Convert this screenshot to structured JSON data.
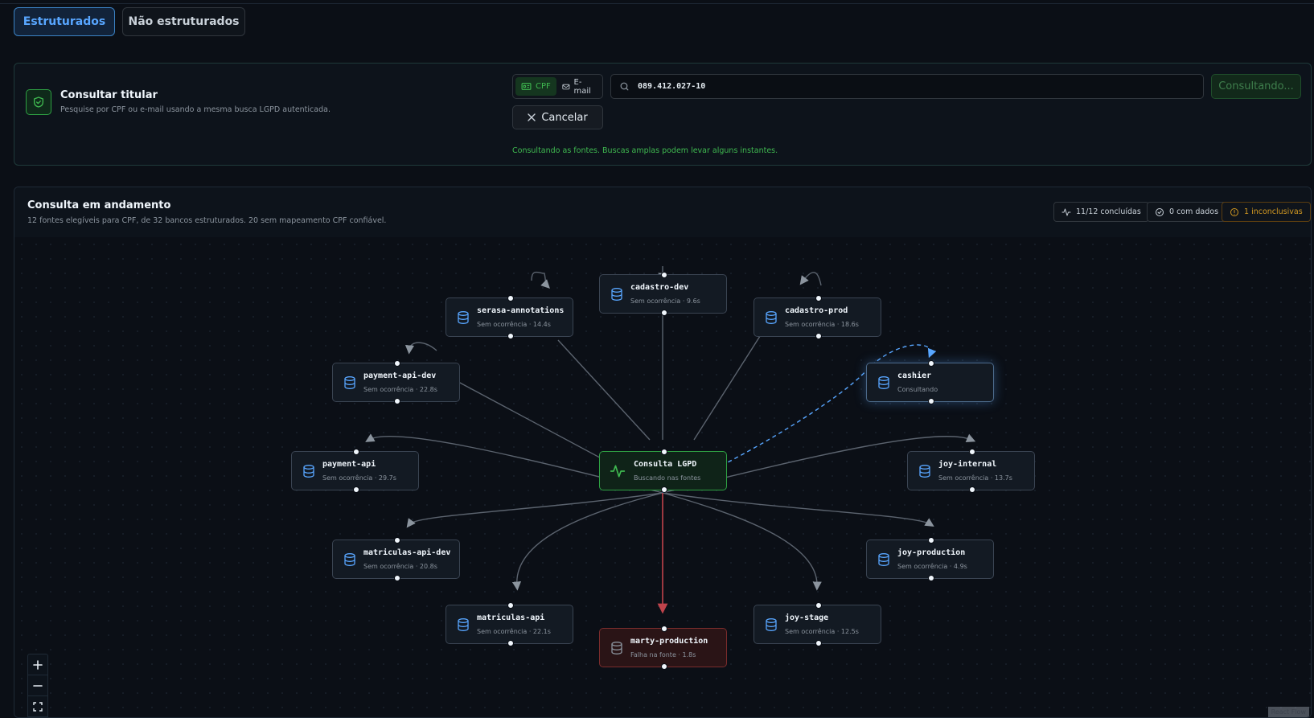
{
  "tabs": [
    {
      "label": "Estruturados",
      "active": true
    },
    {
      "label": "Não estruturados",
      "active": false
    }
  ],
  "search_card": {
    "title": "Consultar titular",
    "subtitle": "Pesquise por CPF ou e-mail usando a mesma busca LGPD autenticada.",
    "mode_options": [
      {
        "label": "CPF",
        "icon": "id-card-icon",
        "active": true
      },
      {
        "label": "E-mail",
        "icon": "mail-icon",
        "active": false
      }
    ],
    "query_value": "089.412.027-10",
    "submit_label": "Consultando...",
    "cancel_label": "Cancelar",
    "status_message": "Consultando as fontes. Buscas amplas podem levar alguns instantes."
  },
  "flow": {
    "title": "Consulta em andamento",
    "subtitle": "12 fontes elegíveis para CPF, de 32 bancos estruturados. 20 sem mapeamento CPF confiável.",
    "badges": {
      "done": "11/12 concluídas",
      "with_data": "0 com dados",
      "inconclusive": "1 inconclusivas"
    },
    "center_node": {
      "label": "Consulta LGPD",
      "status": "Buscando nas fontes"
    },
    "nodes": [
      {
        "id": "cadastro-dev",
        "label": "cadastro-dev",
        "status": "Sem ocorrência · 9.6s",
        "state": "done"
      },
      {
        "id": "serasa-annotations",
        "label": "serasa-annotations",
        "status": "Sem ocorrência · 14.4s",
        "state": "done"
      },
      {
        "id": "cadastro-prod",
        "label": "cadastro-prod",
        "status": "Sem ocorrência · 18.6s",
        "state": "done"
      },
      {
        "id": "payment-api-dev",
        "label": "payment-api-dev",
        "status": "Sem ocorrência · 22.8s",
        "state": "done"
      },
      {
        "id": "cashier",
        "label": "cashier",
        "status": "Consultando",
        "state": "running"
      },
      {
        "id": "payment-api",
        "label": "payment-api",
        "status": "Sem ocorrência · 29.7s",
        "state": "done"
      },
      {
        "id": "joy-internal",
        "label": "joy-internal",
        "status": "Sem ocorrência · 13.7s",
        "state": "done"
      },
      {
        "id": "matriculas-api-dev",
        "label": "matriculas-api-dev",
        "status": "Sem ocorrência · 20.8s",
        "state": "done"
      },
      {
        "id": "joy-production",
        "label": "joy-production",
        "status": "Sem ocorrência · 4.9s",
        "state": "done"
      },
      {
        "id": "matriculas-api",
        "label": "matriculas-api",
        "status": "Sem ocorrência · 22.1s",
        "state": "done"
      },
      {
        "id": "joy-stage",
        "label": "joy-stage",
        "status": "Sem ocorrência · 12.5s",
        "state": "done"
      },
      {
        "id": "marty-production",
        "label": "marty-production",
        "status": "Falha na fonte · 1.8s",
        "state": "error"
      }
    ],
    "attribution": "React Flow"
  },
  "colors": {
    "accent_blue": "#58a6ff",
    "success_green": "#3fb950",
    "warning": "#d29922",
    "error_edge": "#c0434b",
    "edge": "#5b636e"
  }
}
